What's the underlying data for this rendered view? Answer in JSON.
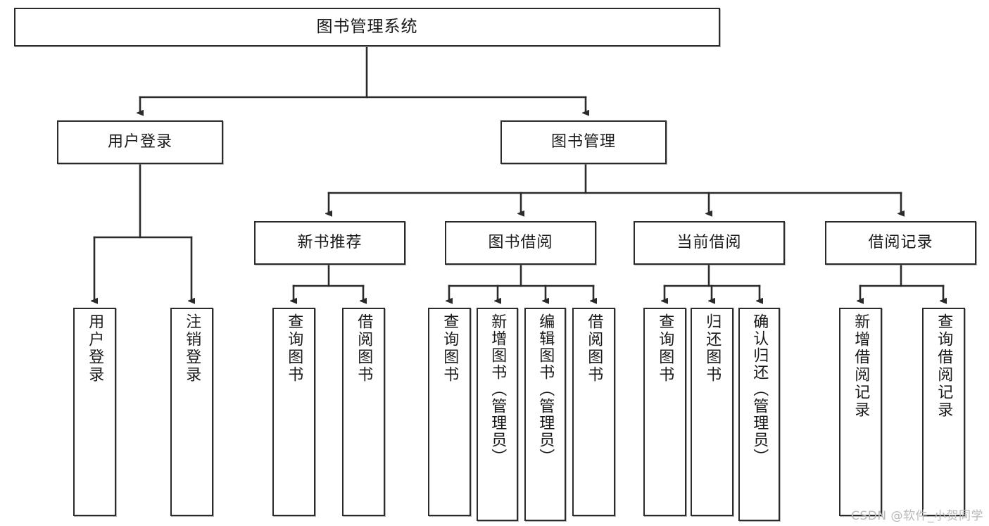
{
  "diagram": {
    "title": "图书管理系统",
    "type": "tree",
    "orientation": "top-down",
    "colors": {
      "box_border": "#2b2b2b",
      "box_fill": "#ffffff",
      "edge": "#2b2b2b",
      "text": "#1a1a1a",
      "watermark": "#b9b9b9",
      "background": "#ffffff"
    },
    "levels": {
      "root": {
        "label": "图书管理系统"
      },
      "level2": [
        {
          "id": "user-login",
          "label": "用户登录"
        },
        {
          "id": "book-manage",
          "label": "图书管理"
        }
      ],
      "level3": [
        {
          "id": "new-book-recommend",
          "label": "新书推荐",
          "parent": "book-manage"
        },
        {
          "id": "book-borrow",
          "label": "图书借阅",
          "parent": "book-manage"
        },
        {
          "id": "current-borrow",
          "label": "当前借阅",
          "parent": "book-manage"
        },
        {
          "id": "borrow-record",
          "label": "借阅记录",
          "parent": "book-manage"
        }
      ],
      "leaves": [
        {
          "id": "leaf-user-login",
          "label": "用户登录",
          "parent": "user-login"
        },
        {
          "id": "leaf-logout-login",
          "label": "注销登录",
          "parent": "user-login"
        },
        {
          "id": "leaf-query-book-1",
          "label": "查询图书",
          "parent": "new-book-recommend"
        },
        {
          "id": "leaf-borrow-book-1",
          "label": "借阅图书",
          "parent": "new-book-recommend"
        },
        {
          "id": "leaf-query-book-2",
          "label": "查询图书",
          "parent": "book-borrow"
        },
        {
          "id": "leaf-add-book",
          "label": "新增图书（管理员）",
          "parent": "book-borrow"
        },
        {
          "id": "leaf-edit-book",
          "label": "编辑图书（管理员）",
          "parent": "book-borrow"
        },
        {
          "id": "leaf-borrow-book-2",
          "label": "借阅图书",
          "parent": "book-borrow"
        },
        {
          "id": "leaf-query-book-3",
          "label": "查询图书",
          "parent": "current-borrow"
        },
        {
          "id": "leaf-return-book",
          "label": "归还图书",
          "parent": "current-borrow"
        },
        {
          "id": "leaf-confirm-return",
          "label": "确认归还（管理员）",
          "parent": "current-borrow"
        },
        {
          "id": "leaf-add-record",
          "label": "新增借阅记录",
          "parent": "borrow-record"
        },
        {
          "id": "leaf-query-record",
          "label": "查询借阅记录",
          "parent": "borrow-record"
        }
      ]
    },
    "watermark": "CSDN @软件_小贺同学"
  }
}
